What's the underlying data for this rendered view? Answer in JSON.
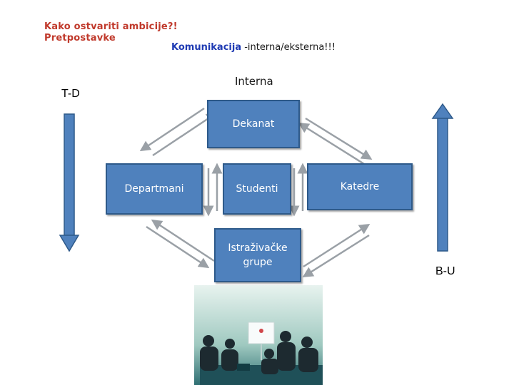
{
  "header": {
    "line1": "Kako ostvariti ambicije?!",
    "line2": "Pretpostavke",
    "comm_label": "Komunikacija",
    "comm_rest": " -interna/eksterna!!!",
    "interna": "Interna"
  },
  "side": {
    "left": "T-D",
    "right": "B-U"
  },
  "boxes": {
    "dekanat": "Dekanat",
    "departmani": "Departmani",
    "studenti": "Studenti",
    "katedre": "Katedre",
    "istrazivacke": "Istraživačke grupe"
  },
  "colors": {
    "box_fill": "#4f81bd",
    "box_border": "#2e5a8a",
    "title_red": "#c0392b",
    "comm_blue": "#1f3bb3"
  }
}
